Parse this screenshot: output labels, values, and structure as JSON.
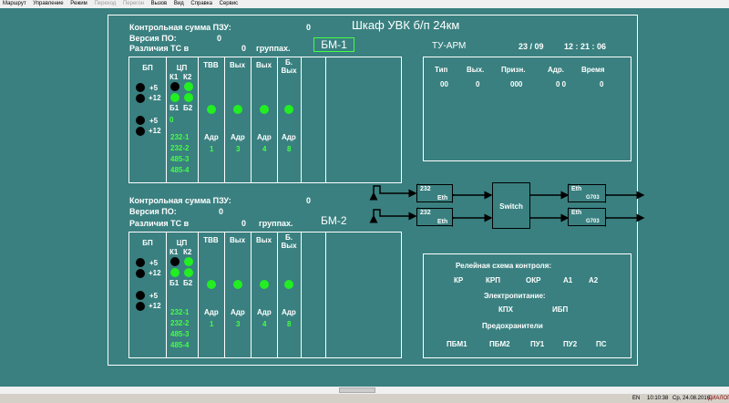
{
  "menu": [
    "Маршрут",
    "Управление",
    "Режим",
    "Переход",
    "Перегон",
    "Вызов",
    "Вид",
    "Справка",
    "Сервис"
  ],
  "title": "Шкаф УВК  б/п 24км",
  "bm1": {
    "label": "БМ-1",
    "checksum_label": "Контрольная сумма ПЗУ:",
    "checksum_value": "0",
    "version_label": "Версия ПО:",
    "version_value": "0",
    "diff_label": "Различия ТС  в",
    "diff_value": "0",
    "diff_suffix": "группах."
  },
  "bm2": {
    "label": "БМ-2",
    "checksum_label": "Контрольная сумма ПЗУ:",
    "checksum_value": "0",
    "version_label": "Версия ПО:",
    "version_value": "0",
    "diff_label": "Различия ТС  в",
    "diff_value": "0",
    "diff_suffix": "группах."
  },
  "panel": {
    "headers": [
      "БП",
      "ЦП",
      "ТВВ",
      "Вых",
      "Вых",
      "Б.\nВых"
    ],
    "bp_p5": "+5",
    "bp_p12": "+12",
    "bp_p5b": "+5",
    "bp_p12b": "+12",
    "k1": "К1",
    "k2": "К2",
    "b1": "Б1",
    "b2": "Б2",
    "zero": "0",
    "ports": [
      "232-1",
      "232-2",
      "485-3",
      "485-4"
    ],
    "adr": "Адр",
    "adr_vals": [
      "1",
      "3",
      "4",
      "8"
    ]
  },
  "tu_arm": {
    "label": "ТУ-АРМ",
    "date": "23 / 09",
    "time": "12 : 21 : 06",
    "cols": [
      "Тип",
      "Вых.",
      "Призн.",
      "Адр.",
      "Время"
    ],
    "vals": [
      "00",
      "0",
      "000",
      "0 0",
      "0"
    ]
  },
  "network": {
    "dev1_top": "232",
    "dev1_bot": "Eth",
    "dev2_top": "232",
    "dev2_bot": "Eth",
    "switch": "Switch",
    "dev3_top": "Eth",
    "dev3_bot": "G703",
    "dev4_top": "Eth",
    "dev4_bot": "G703"
  },
  "relay": {
    "title": "Релейная схема контроля:",
    "items": [
      "КР",
      "КРП",
      "ОКР",
      "А1",
      "А2"
    ],
    "power_title": "Электропитание:",
    "power_items": [
      "КПХ",
      "ИБП"
    ],
    "fuses_title": "Предохранители",
    "fuse_items": [
      "ПБМ1",
      "ПБМ2",
      "ПУ1",
      "ПУ2",
      "ПС"
    ]
  },
  "status": {
    "lang": "EN",
    "time": "10:10:38",
    "date": "Ср, 24.08.2016",
    "app": "ДИАЛОГ"
  }
}
